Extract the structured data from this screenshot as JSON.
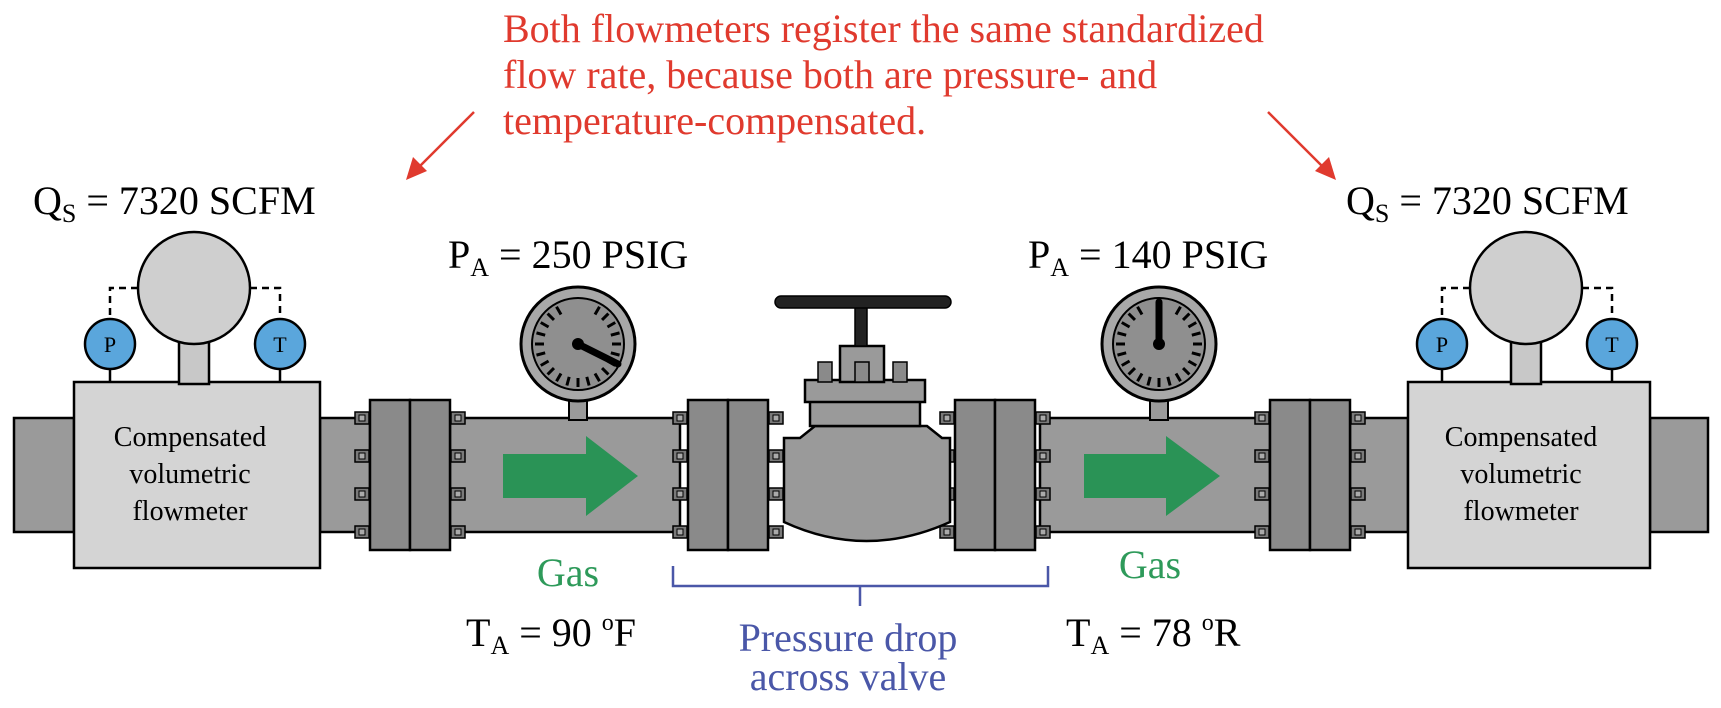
{
  "annotation": {
    "lines": [
      "Both flowmeters register the same standardized",
      "flow rate, because both are pressure- and",
      "temperature-compensated."
    ]
  },
  "meters": {
    "left": {
      "q_main": "Q",
      "q_sub": "S",
      "q_value": " = 7320 SCFM",
      "p_label": "P",
      "t_label": "T",
      "box_lines": [
        "Compensated",
        "volumetric",
        "flowmeter"
      ]
    },
    "right": {
      "q_main": "Q",
      "q_sub": "S",
      "q_value": " = 7320 SCFM",
      "p_label": "P",
      "t_label": "T",
      "box_lines": [
        "Compensated",
        "volumetric",
        "flowmeter"
      ]
    }
  },
  "upstream": {
    "p_main": "P",
    "p_sub": "A",
    "p_value": " = 250 PSIG",
    "gas_label": "Gas",
    "t_main": "T",
    "t_sub": "A",
    "t_value_num": " = 90 ",
    "t_sup": "o",
    "t_unit": "F"
  },
  "downstream": {
    "p_main": "P",
    "p_sub": "A",
    "p_value": " = 140 PSIG",
    "gas_label": "Gas",
    "t_main": "T",
    "t_sub": "A",
    "t_value_num": " = 78 ",
    "t_sup": "o",
    "t_unit": "R"
  },
  "valve_note": {
    "lines": [
      "Pressure drop",
      "across valve"
    ]
  },
  "colors": {
    "annotation": "#e03a2e",
    "gas": "#2e9a5a",
    "arrow": "#2a9356",
    "valve_note": "#4a57a8",
    "pipe": "#9a9a9a",
    "flange": "#8a8a8a",
    "box": "#d4d4d4",
    "sensor": "#5aa6dc",
    "gauge": "#a8a8a8"
  },
  "icons": {
    "gauge": "pressure-gauge-icon",
    "valve": "gate-valve-icon",
    "flow_arrow": "flow-arrow-icon"
  }
}
